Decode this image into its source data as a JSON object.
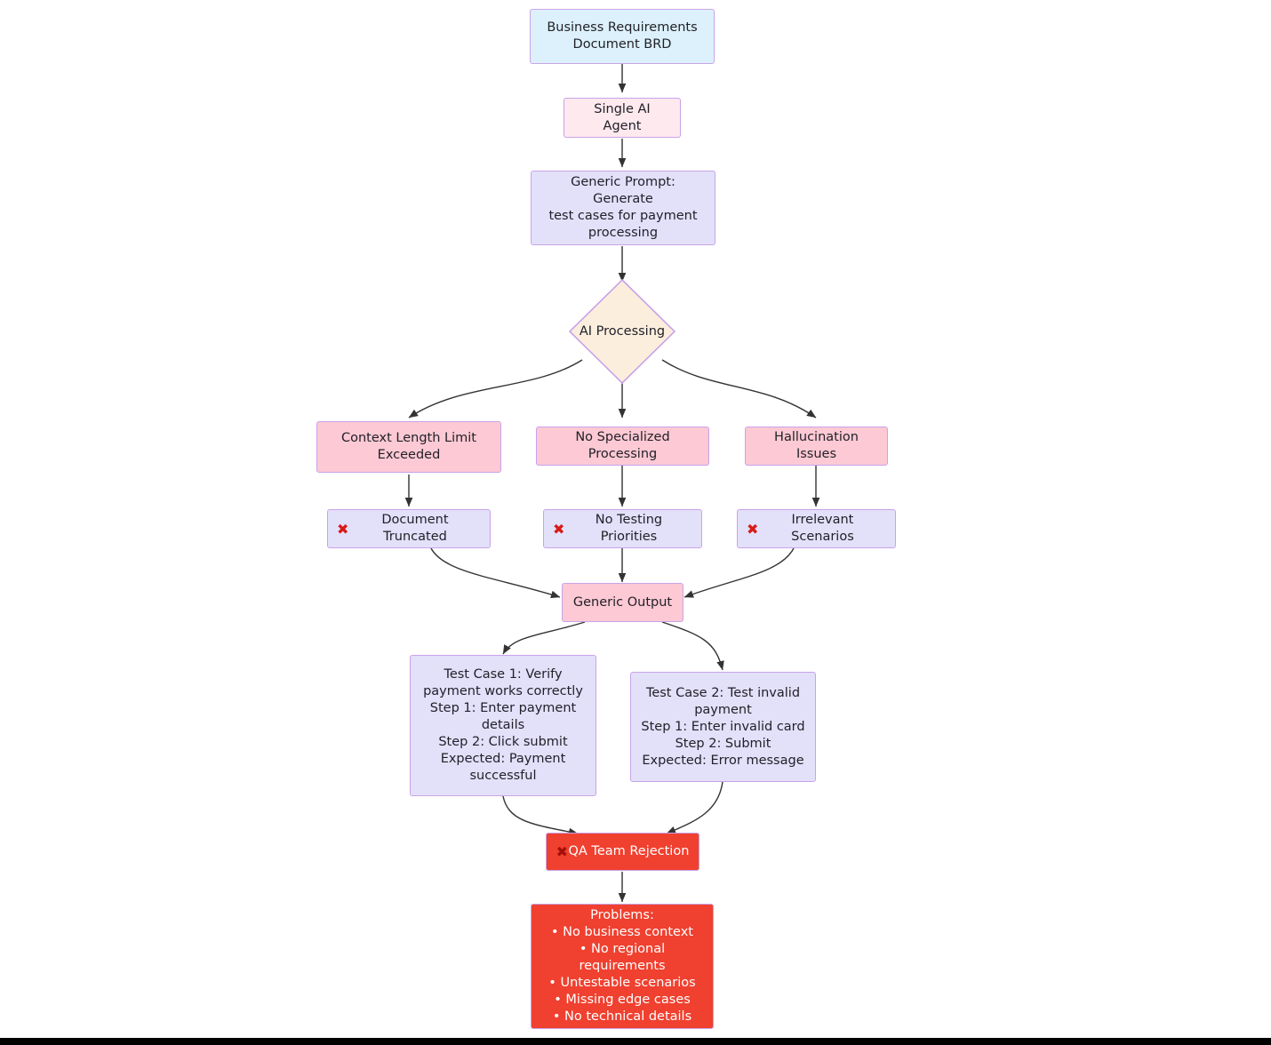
{
  "diagram": {
    "title": "Single AI Agent test case generation failure flow",
    "colors": {
      "blue_fill": "#dcf1fb",
      "pink_light_fill": "#fde9ee",
      "lavender_fill": "#e3e0fa",
      "pink_dark_fill": "#fcc9d4",
      "red_fill": "#f0402f",
      "diamond_fill": "#fceedd",
      "node_border": "#c9a3e8",
      "edge_stroke": "#333333",
      "text": "#222129",
      "x_mark": "#d81b16"
    },
    "nodes": {
      "brd": {
        "label": "Business Requirements\nDocument BRD"
      },
      "agent": {
        "label": "Single AI Agent"
      },
      "prompt": {
        "label": "Generic Prompt: Generate\ntest cases for payment\nprocessing"
      },
      "processing": {
        "label": "AI Processing"
      },
      "context_limit": {
        "label": "Context Length Limit\nExceeded"
      },
      "no_specialized": {
        "label": "No Specialized Processing"
      },
      "hallucination": {
        "label": "Hallucination Issues"
      },
      "doc_truncated": {
        "icon": "x-mark-icon",
        "mark": "✖",
        "label": "Document Truncated"
      },
      "no_priorities": {
        "icon": "x-mark-icon",
        "mark": "✖",
        "label": "No Testing Priorities"
      },
      "irrelevant": {
        "icon": "x-mark-icon",
        "mark": "✖",
        "label": "Irrelevant Scenarios"
      },
      "generic_output": {
        "label": "Generic Output"
      },
      "test_case_1": {
        "label": "Test Case 1: Verify\npayment works correctly\nStep 1: Enter payment\ndetails\nStep 2: Click submit\nExpected: Payment\nsuccessful"
      },
      "test_case_2": {
        "label": "Test Case 2: Test invalid\npayment\nStep 1: Enter invalid card\nStep 2: Submit\nExpected: Error message"
      },
      "qa_rejection": {
        "icon": "x-mark-icon",
        "mark": "✖",
        "label": "QA Team Rejection"
      },
      "problems": {
        "label": "Problems:\n• No business context\n• No regional requirements\n• Untestable scenarios\n• Missing edge cases\n• No technical details"
      }
    },
    "edges": [
      {
        "from": "brd",
        "to": "agent"
      },
      {
        "from": "agent",
        "to": "prompt"
      },
      {
        "from": "prompt",
        "to": "processing"
      },
      {
        "from": "processing",
        "to": "context_limit"
      },
      {
        "from": "processing",
        "to": "no_specialized"
      },
      {
        "from": "processing",
        "to": "hallucination"
      },
      {
        "from": "context_limit",
        "to": "doc_truncated"
      },
      {
        "from": "no_specialized",
        "to": "no_priorities"
      },
      {
        "from": "hallucination",
        "to": "irrelevant"
      },
      {
        "from": "doc_truncated",
        "to": "generic_output"
      },
      {
        "from": "no_priorities",
        "to": "generic_output"
      },
      {
        "from": "irrelevant",
        "to": "generic_output"
      },
      {
        "from": "generic_output",
        "to": "test_case_1"
      },
      {
        "from": "generic_output",
        "to": "test_case_2"
      },
      {
        "from": "test_case_1",
        "to": "qa_rejection"
      },
      {
        "from": "test_case_2",
        "to": "qa_rejection"
      },
      {
        "from": "qa_rejection",
        "to": "problems"
      }
    ]
  }
}
